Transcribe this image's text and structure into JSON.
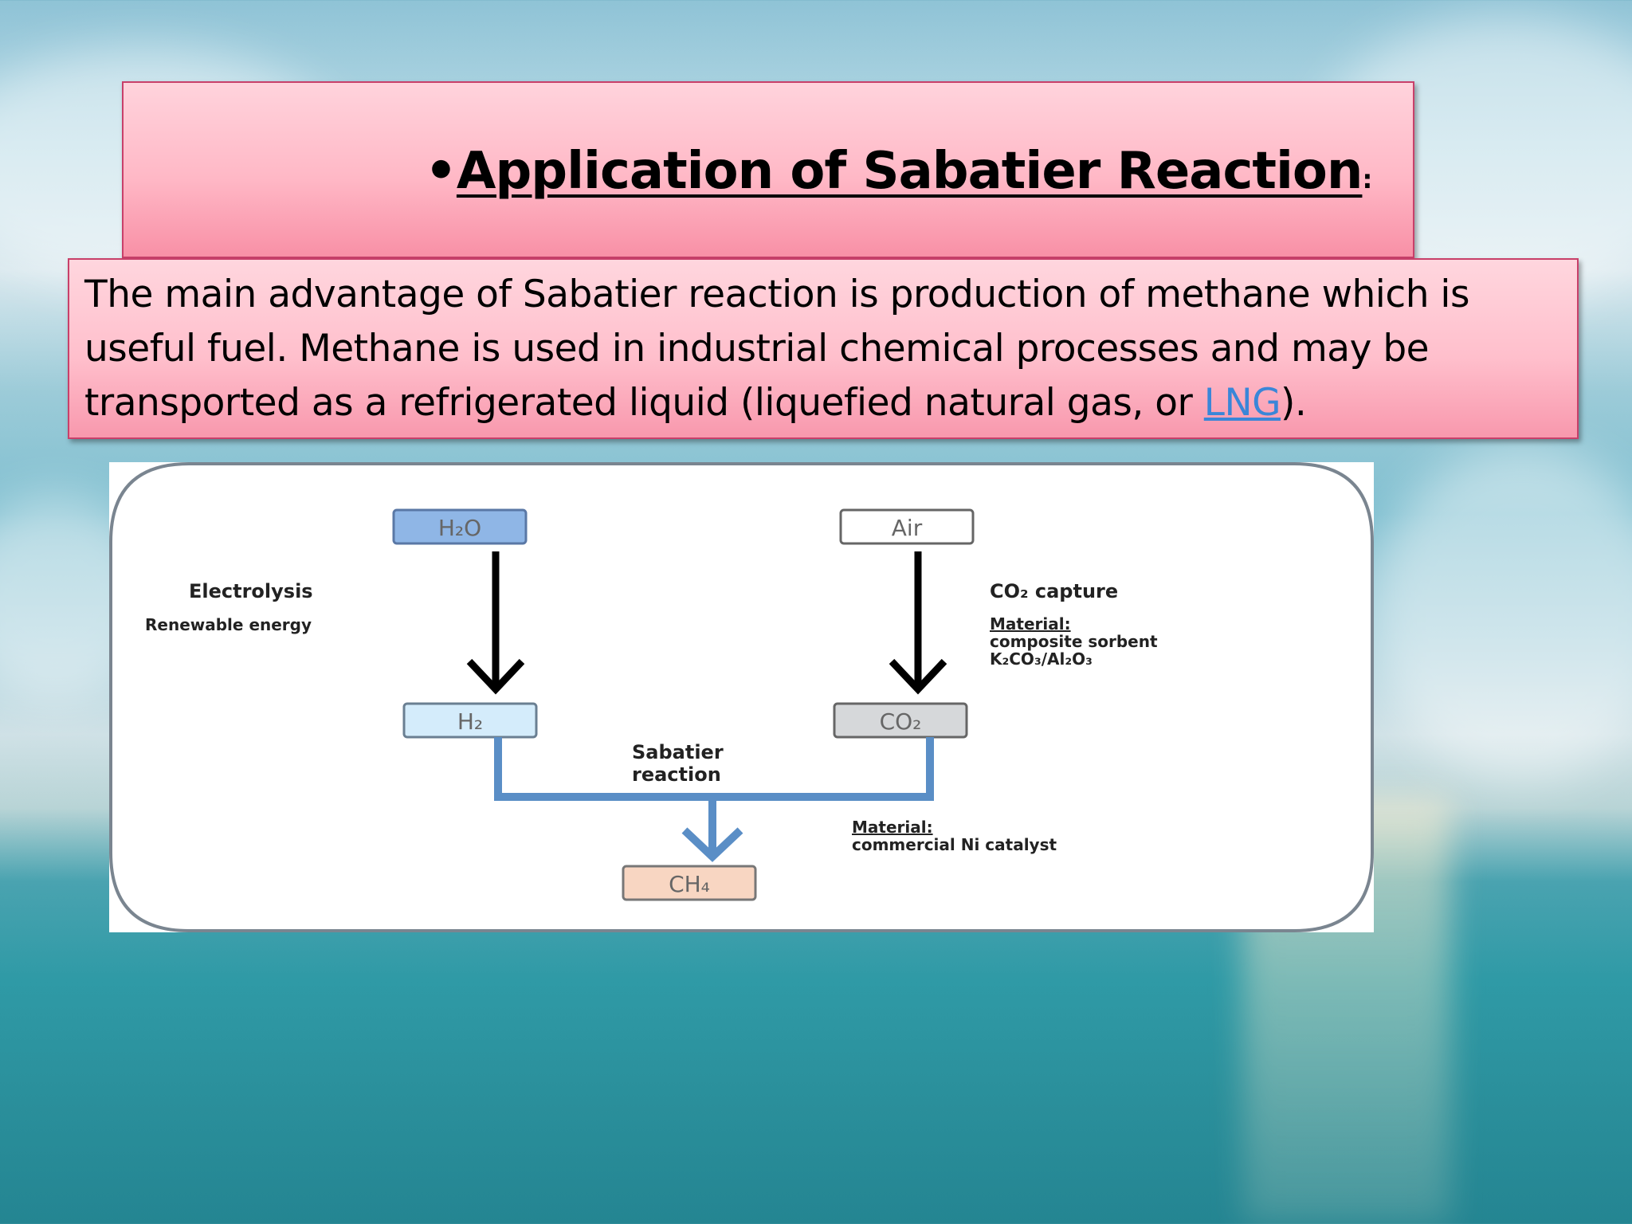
{
  "slide": {
    "bullet": "•",
    "title": "Application of Sabatier Reaction",
    "title_colon": ":",
    "body_prefix": "The main advantage of Sabatier reaction is production of methane which is useful fuel. Methane is used in industrial chemical processes and may be transported as a refrigerated liquid (liquefied natural gas, or ",
    "body_link": "LNG",
    "body_suffix": ")."
  },
  "diagram": {
    "box_h2o": "H₂O",
    "box_air": "Air",
    "box_h2": "H₂",
    "box_co2": "CO₂",
    "box_ch4": "CH₄",
    "label_electrolysis": "Electrolysis",
    "label_renewable": "Renewable energy",
    "label_co2_capture": "CO₂ capture",
    "label_material_1": "Material:",
    "label_sorbent_1": "composite sorbent",
    "label_sorbent_2": "K₂CO₃/Al₂O₃",
    "label_sabatier_1": "Sabatier",
    "label_sabatier_2": "reaction",
    "label_material_2": "Material:",
    "label_catalyst": "commercial Ni catalyst"
  }
}
